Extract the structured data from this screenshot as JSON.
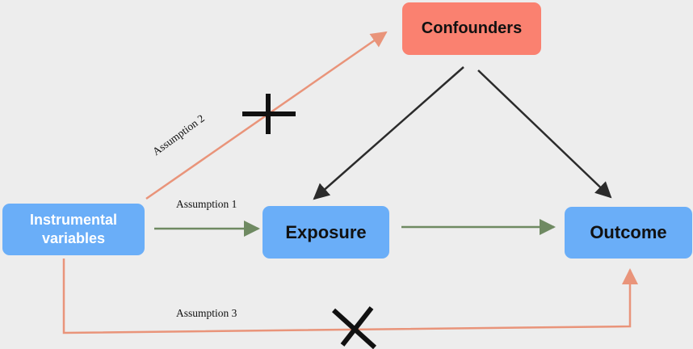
{
  "nodes": {
    "instrumental_variables": "Instrumental\nvariables",
    "exposure": "Exposure",
    "outcome": "Outcome",
    "confounders": "Confounders"
  },
  "labels": {
    "assumption_1": "Assumption 1",
    "assumption_2": "Assumption 2",
    "assumption_3": "Assumption 3"
  },
  "markers": {
    "assumption_2_marker": "plus",
    "assumption_3_marker": "cross"
  },
  "colors": {
    "background": "#ededed",
    "blue_node": "#6aaef8",
    "confounder_node": "#fa8170",
    "green_arrow": "#6f8a62",
    "orange_arrow": "#e9947a",
    "dark_arrow": "#2b2b2b"
  }
}
